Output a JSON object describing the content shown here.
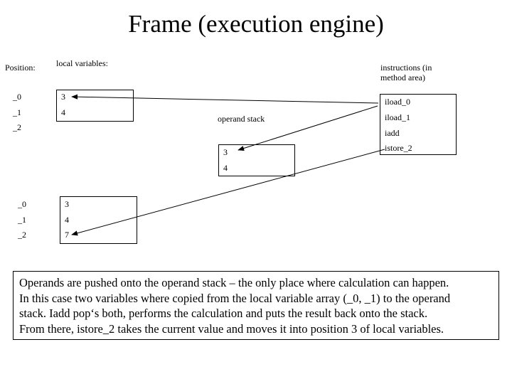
{
  "title": "Frame (execution engine)",
  "headers": {
    "position": "Position:",
    "local_variables": "local variables:",
    "instructions_line1": "instructions (in",
    "instructions_line2": "method area)",
    "operand_stack": "operand stack"
  },
  "top_frame": {
    "positions": [
      "_0",
      "_1",
      "_2"
    ],
    "values": [
      "3",
      "4"
    ]
  },
  "operand_stack_values": [
    "3",
    "4"
  ],
  "instructions": [
    "iload_0",
    "iload_1",
    "iadd",
    "istore_2"
  ],
  "bottom_frame": {
    "positions": [
      "_0",
      "_1",
      "_2"
    ],
    "values": [
      "3",
      "4",
      "7"
    ]
  },
  "note": [
    "Operands are pushed onto the operand stack – the only place where calculation can happen.",
    "In this case two variables where copied from the local variable array (_0, _1) to the operand",
    "stack. Iadd pop‘s both, performs the calculation and puts the result back onto the stack.",
    "From there, istore_2 takes the current value and moves it into position 3 of local variables."
  ]
}
